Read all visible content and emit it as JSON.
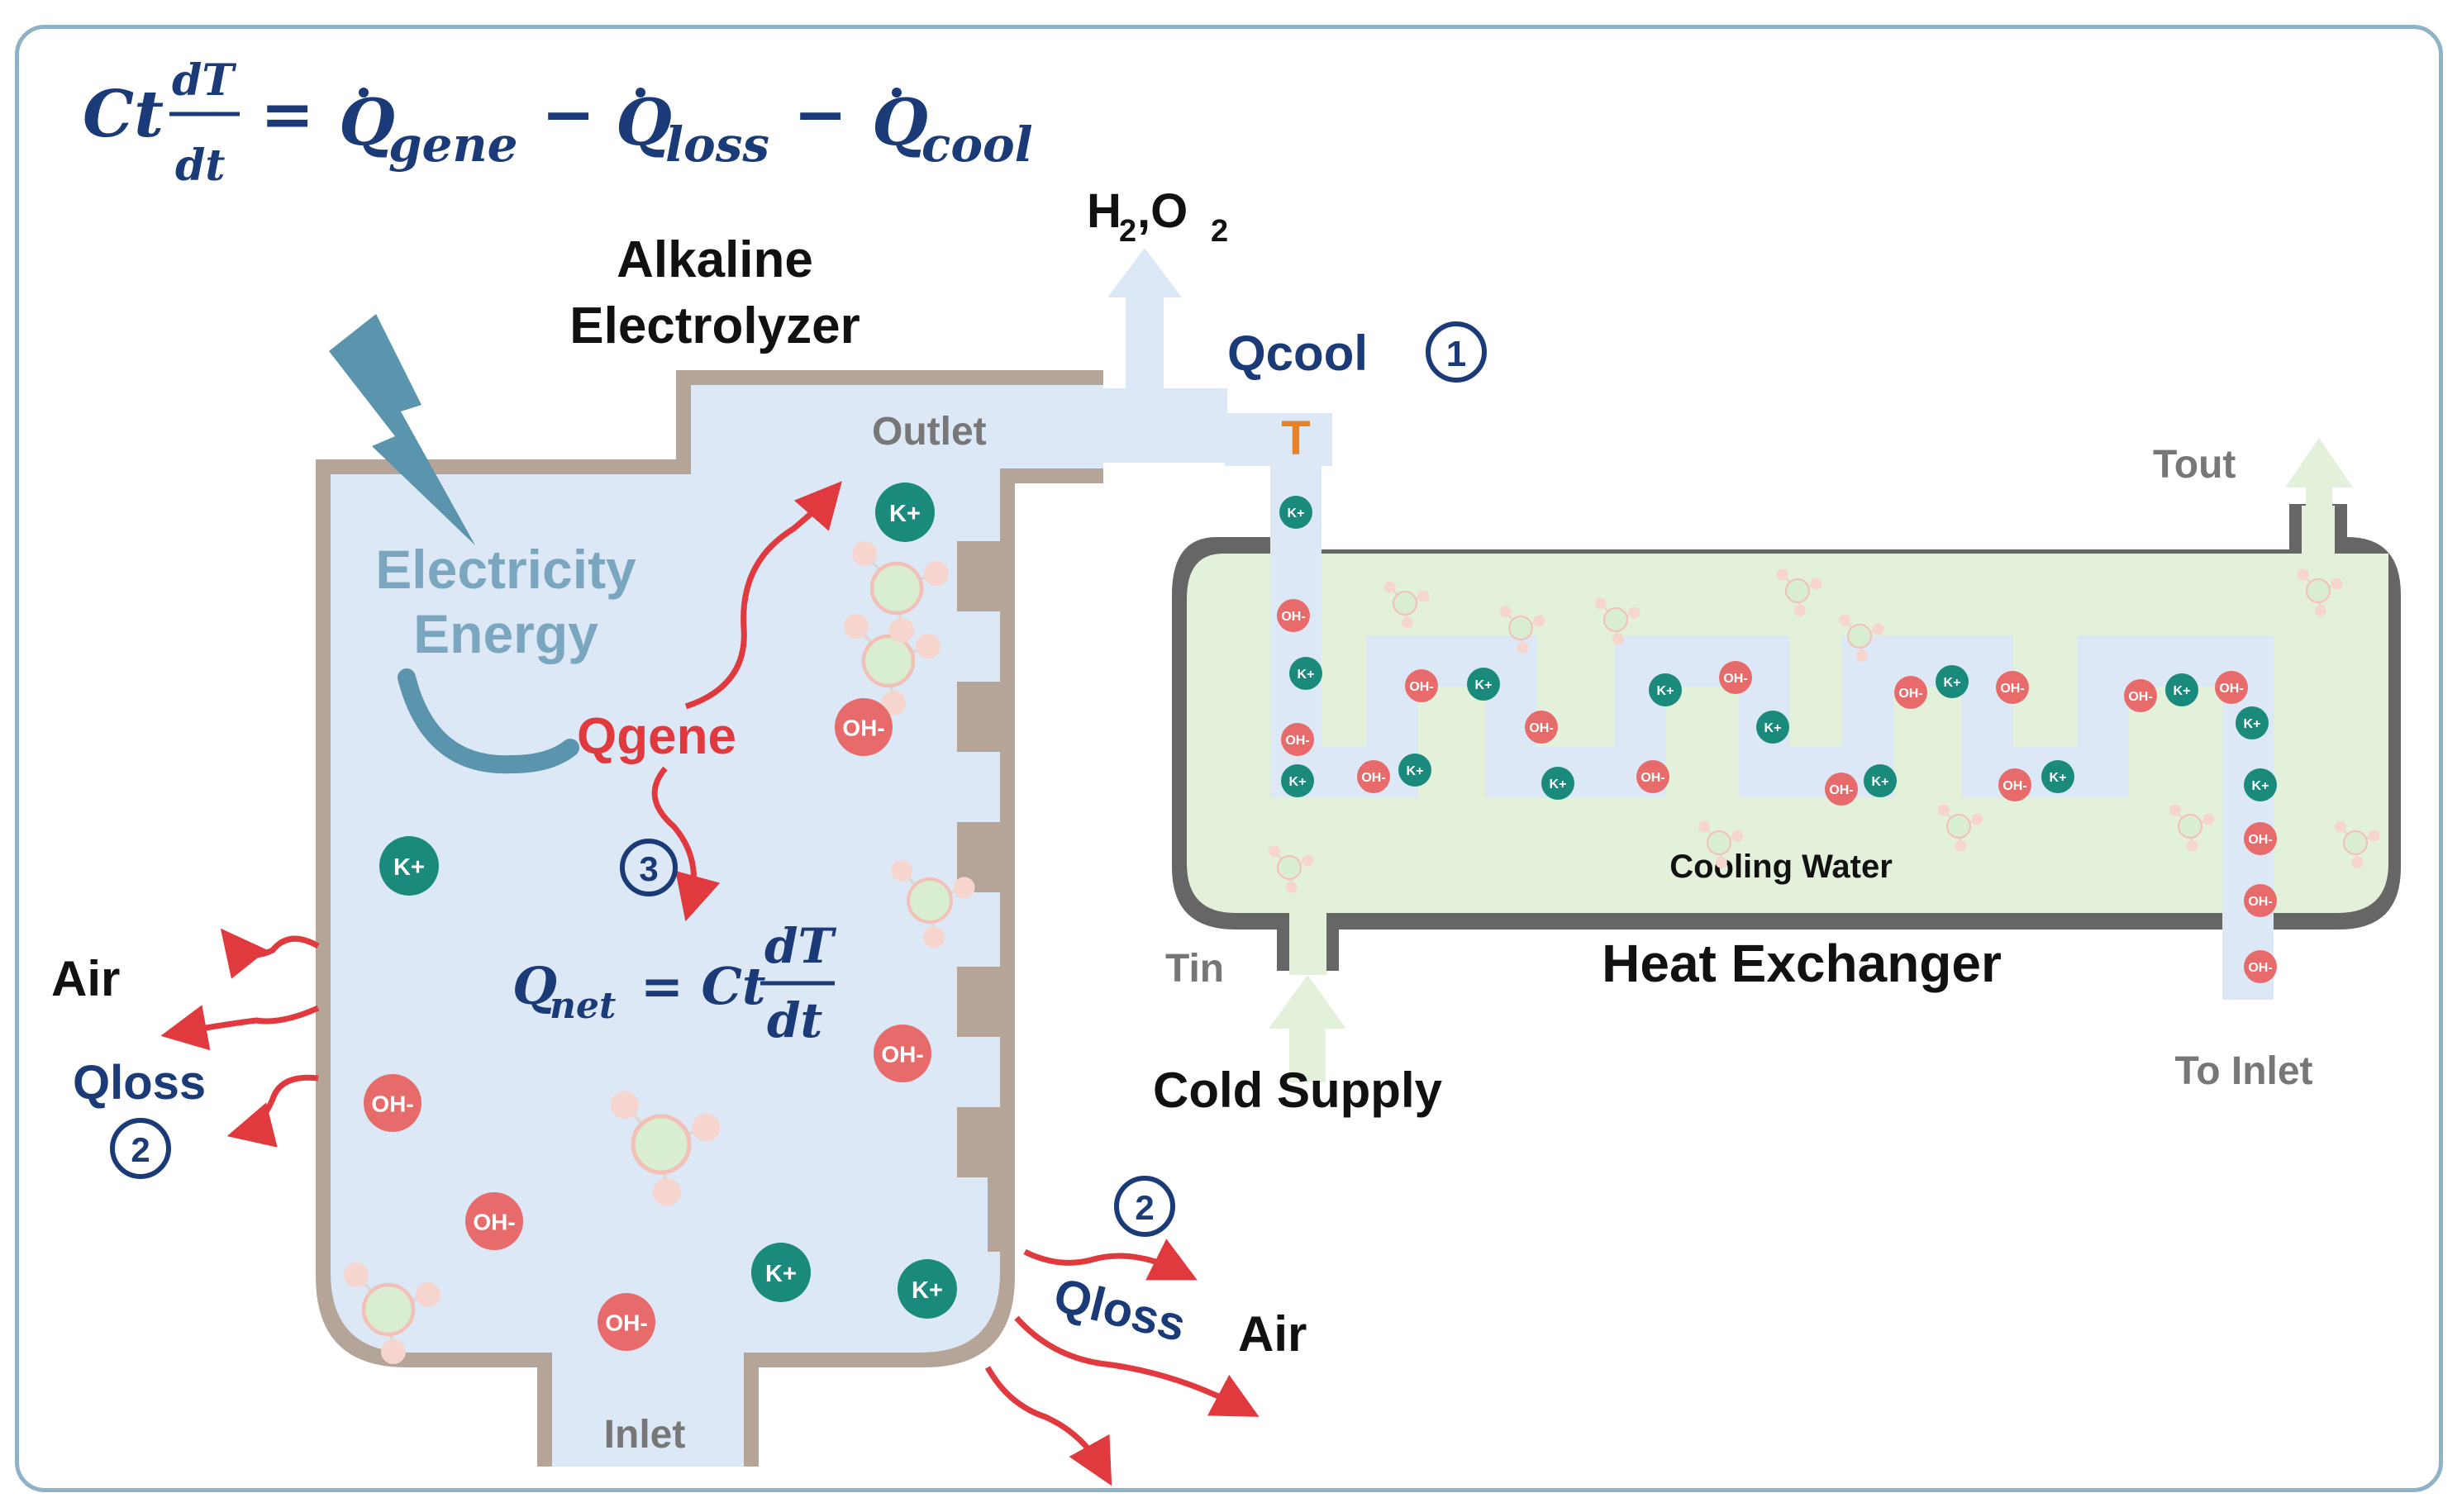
{
  "equation_main": {
    "lhs": "Ct",
    "frac_num": "dT",
    "frac_den": "dt",
    "eq": "=",
    "q1": "Q",
    "q1_sub": "gene",
    "minus1": "−",
    "q2": "Q",
    "q2_sub": "loss",
    "minus2": "−",
    "q3": "Q",
    "q3_sub": "cool"
  },
  "equation_net": {
    "lhs": "Q",
    "lhs_sub": "net",
    "eq": "= Ct",
    "frac_num": "dT",
    "frac_den": "dt"
  },
  "labels": {
    "electrolyzer_line1": "Alkaline",
    "electrolyzer_line2": "Electrolyzer",
    "products": "H",
    "products_sub1": "2",
    "products_comma": ",O",
    "products_sub2": "2",
    "qcool": "Qcool",
    "qcool_num": "1",
    "outlet": "Outlet",
    "temp": "T",
    "electricity_line1": "Electricity",
    "electricity_line2": "Energy",
    "qgene": "Qgene",
    "qgene_num": "3",
    "air_left": "Air",
    "qloss_left": "Qloss",
    "qloss_left_num": "2",
    "qloss_right": "Qloss",
    "air_right": "Air",
    "qloss_right_num": "2",
    "inlet": "Inlet",
    "tout": "Tout",
    "tin": "Tin",
    "cooling_water": "Cooling Water",
    "heat_exchanger": "Heat Exchanger",
    "cold_supply": "Cold Supply",
    "to_inlet": "To Inlet",
    "ion_k": "K+",
    "ion_oh": "OH-"
  },
  "colors": {
    "frame": "#8fb3c6",
    "tank_wall": "#b5a598",
    "electrolyte": "#dce8f5",
    "cooling_water": "#e3f0da",
    "exchanger_wall": "#666666",
    "heat_arrow": "#e0393e",
    "navy": "#1b3a78",
    "bolt": "#5b94ad",
    "ion_k": "#1a8a7c",
    "ion_oh": "#e86b6b",
    "temp": "#e8822a"
  }
}
